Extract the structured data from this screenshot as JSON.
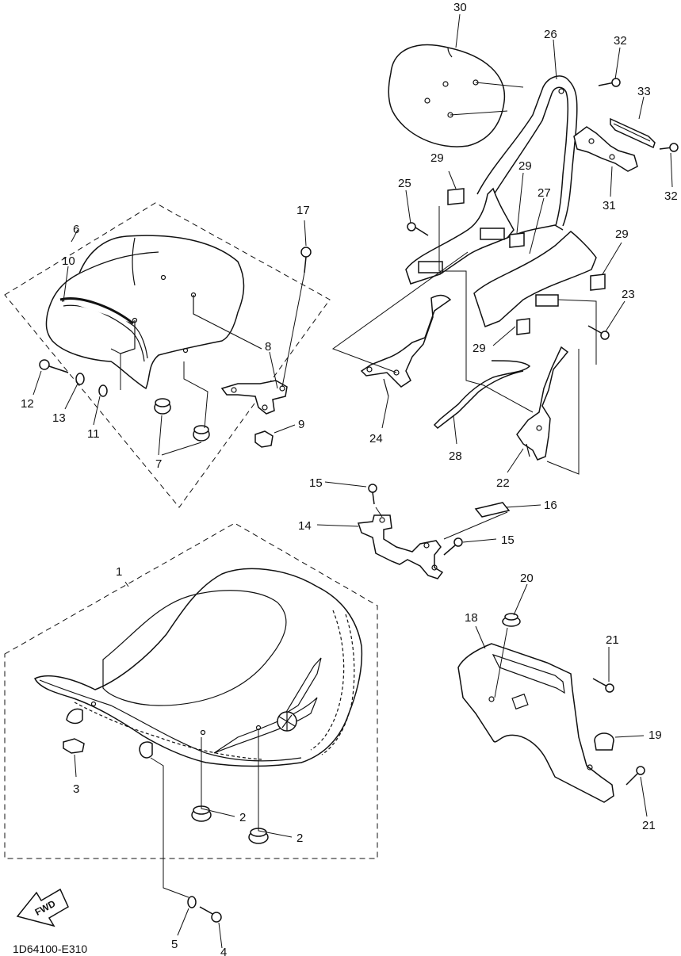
{
  "drawing_code": "1D64100-E310",
  "fwd_label": "FWD",
  "callouts": [
    {
      "id": "c30",
      "text": "30"
    },
    {
      "id": "c26",
      "text": "26"
    },
    {
      "id": "c32a",
      "text": "32"
    },
    {
      "id": "c33",
      "text": "33"
    },
    {
      "id": "c32b",
      "text": "32"
    },
    {
      "id": "c31",
      "text": "31"
    },
    {
      "id": "c29a",
      "text": "29"
    },
    {
      "id": "c29b",
      "text": "29"
    },
    {
      "id": "c25",
      "text": "25"
    },
    {
      "id": "c27",
      "text": "27"
    },
    {
      "id": "c29c",
      "text": "29"
    },
    {
      "id": "c23",
      "text": "23"
    },
    {
      "id": "c29d",
      "text": "29"
    },
    {
      "id": "c17",
      "text": "17"
    },
    {
      "id": "c6",
      "text": "6"
    },
    {
      "id": "c10",
      "text": "10"
    },
    {
      "id": "c8",
      "text": "8"
    },
    {
      "id": "c12",
      "text": "12"
    },
    {
      "id": "c13",
      "text": "13"
    },
    {
      "id": "c11",
      "text": "11"
    },
    {
      "id": "c9",
      "text": "9"
    },
    {
      "id": "c7",
      "text": "7"
    },
    {
      "id": "c24",
      "text": "24"
    },
    {
      "id": "c28",
      "text": "28"
    },
    {
      "id": "c22",
      "text": "22"
    },
    {
      "id": "c15a",
      "text": "15"
    },
    {
      "id": "c16",
      "text": "16"
    },
    {
      "id": "c14",
      "text": "14"
    },
    {
      "id": "c15b",
      "text": "15"
    },
    {
      "id": "c1",
      "text": "1"
    },
    {
      "id": "c20",
      "text": "20"
    },
    {
      "id": "c18",
      "text": "18"
    },
    {
      "id": "c21a",
      "text": "21"
    },
    {
      "id": "c19",
      "text": "19"
    },
    {
      "id": "c21b",
      "text": "21"
    },
    {
      "id": "c3",
      "text": "3"
    },
    {
      "id": "c2a",
      "text": "2"
    },
    {
      "id": "c2b",
      "text": "2"
    },
    {
      "id": "c5",
      "text": "5"
    },
    {
      "id": "c4",
      "text": "4"
    }
  ]
}
